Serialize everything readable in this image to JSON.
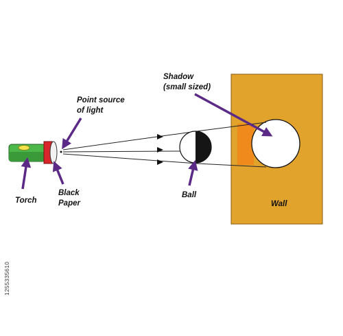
{
  "labels": {
    "shadow_line1": "Shadow",
    "shadow_line2": "(small sized)",
    "point_source_line1": "Point source",
    "point_source_line2": "of light",
    "torch": "Torch",
    "black_paper_line1": "Black",
    "black_paper_line2": "Paper",
    "ball": "Ball",
    "wall": "Wall"
  },
  "stock_id": "1255335610",
  "colors": {
    "wall": "#e2a32d",
    "wall_lit_patch": "#f08a1c",
    "pointer_arrow": "#5b2a86",
    "torch_body": "#4cb84a",
    "torch_switch": "#f2e34c",
    "torch_head": "#d9262d",
    "ball_dark_half": "#151515",
    "ray": "#222222"
  }
}
